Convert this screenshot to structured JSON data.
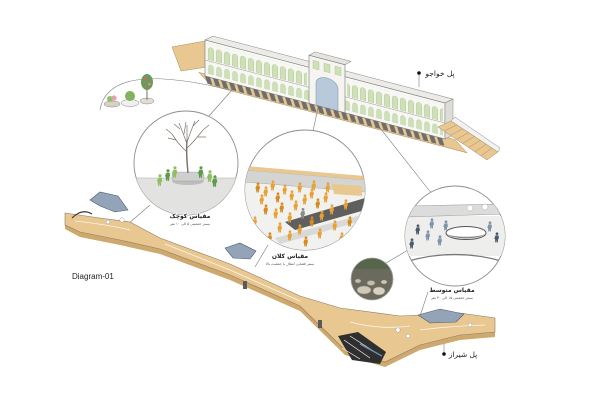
{
  "diagram": {
    "title": "Diagram-01",
    "bridge_top_label": "پل خواجو",
    "bridge_bottom_label": "پل شیراز",
    "scales": [
      {
        "name": "مقیاس کوچک",
        "note": "بستر جمعیتی ۵ الی ۱۰ نفر"
      },
      {
        "name": "مقیاس کلان",
        "note": "بستر فضایی انتقال با جمعیت بالا"
      },
      {
        "name": "مقیاس متوسط",
        "note": "بستر جمعیتی ۱۵ الی ۳۰ نفر"
      }
    ]
  },
  "colors": {
    "walkway": "#e8c790",
    "walkway_edge": "#8a7b66",
    "arch_green": "#cfe0b5",
    "pavilion_blue": "#b7c9da",
    "shelter_blue": "#93a4b8",
    "figure_orange": "#e7a135",
    "figure_green": "#5e9b46",
    "figure_blue": "#7f93ab",
    "label": "#222222"
  }
}
